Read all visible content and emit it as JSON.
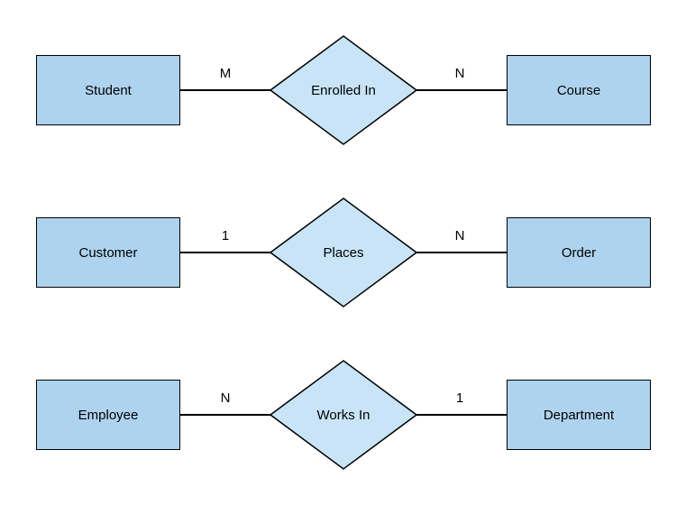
{
  "diagram": {
    "type": "entity-relationship",
    "colors": {
      "background": "#ffffff",
      "entity_fill": "#aed3ee",
      "relationship_fill": "#c8e4f6",
      "stroke": "#000000",
      "text": "#000000"
    },
    "rows": [
      {
        "left_entity": "Student",
        "left_cardinality": "M",
        "relationship": "Enrolled In",
        "right_cardinality": "N",
        "right_entity": "Course"
      },
      {
        "left_entity": "Customer",
        "left_cardinality": "1",
        "relationship": "Places",
        "right_cardinality": "N",
        "right_entity": "Order"
      },
      {
        "left_entity": "Employee",
        "left_cardinality": "N",
        "relationship": "Works In",
        "right_cardinality": "1",
        "right_entity": "Department"
      }
    ]
  }
}
